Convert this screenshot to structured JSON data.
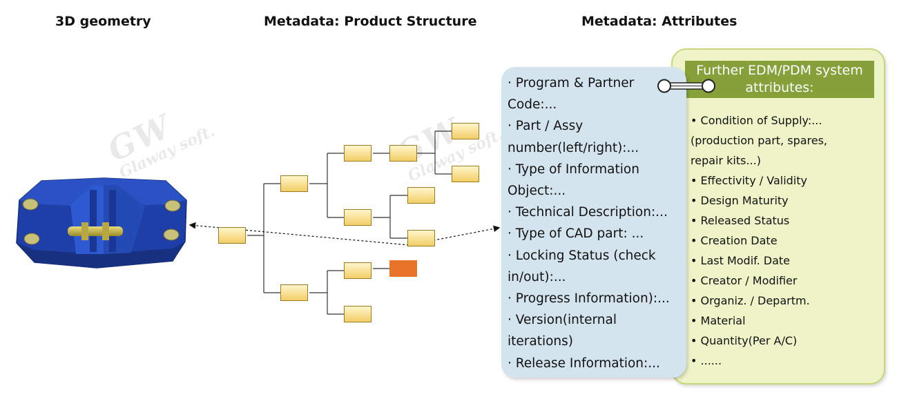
{
  "headers": {
    "geometry": "3D geometry",
    "product_structure": "Metadata: Product Structure",
    "attributes": "Metadata: Attributes"
  },
  "watermark": {
    "logo": "GW",
    "text": "Glaway soft."
  },
  "attributes_panel": {
    "items": [
      "· Program & Partner Code:...",
      "· Part / Assy number(left/right):...",
      "· Type of Information Object:...",
      "· Technical Description:...",
      "· Type of CAD part: ...",
      "· Locking Status (check in/out):...",
      "· Progress Information):...",
      "· Version(internal iterations)",
      "· Release Information:..."
    ]
  },
  "further_panel": {
    "header": "Further EDM/PDM system attributes:",
    "items": [
      "• Condition of Supply:...",
      "(production part, spares,",
      "repair kits...)",
      "• Effectivity / Validity",
      "• Design Maturity",
      "• Released Status",
      "• Creation Date",
      "• Last Modif. Date",
      "• Creator / Modifier",
      "• Organiz. / Departm.",
      "• Material",
      "• Quantity(Per A/C)",
      "• ......"
    ]
  },
  "colors": {
    "part_blue": "#1f3fa8",
    "node_fill": "#f6d57a",
    "selected_node": "#e8742a",
    "attr_panel": "#d4e4ef",
    "further_header": "#86a03a",
    "further_panel": "#eef3c8"
  }
}
